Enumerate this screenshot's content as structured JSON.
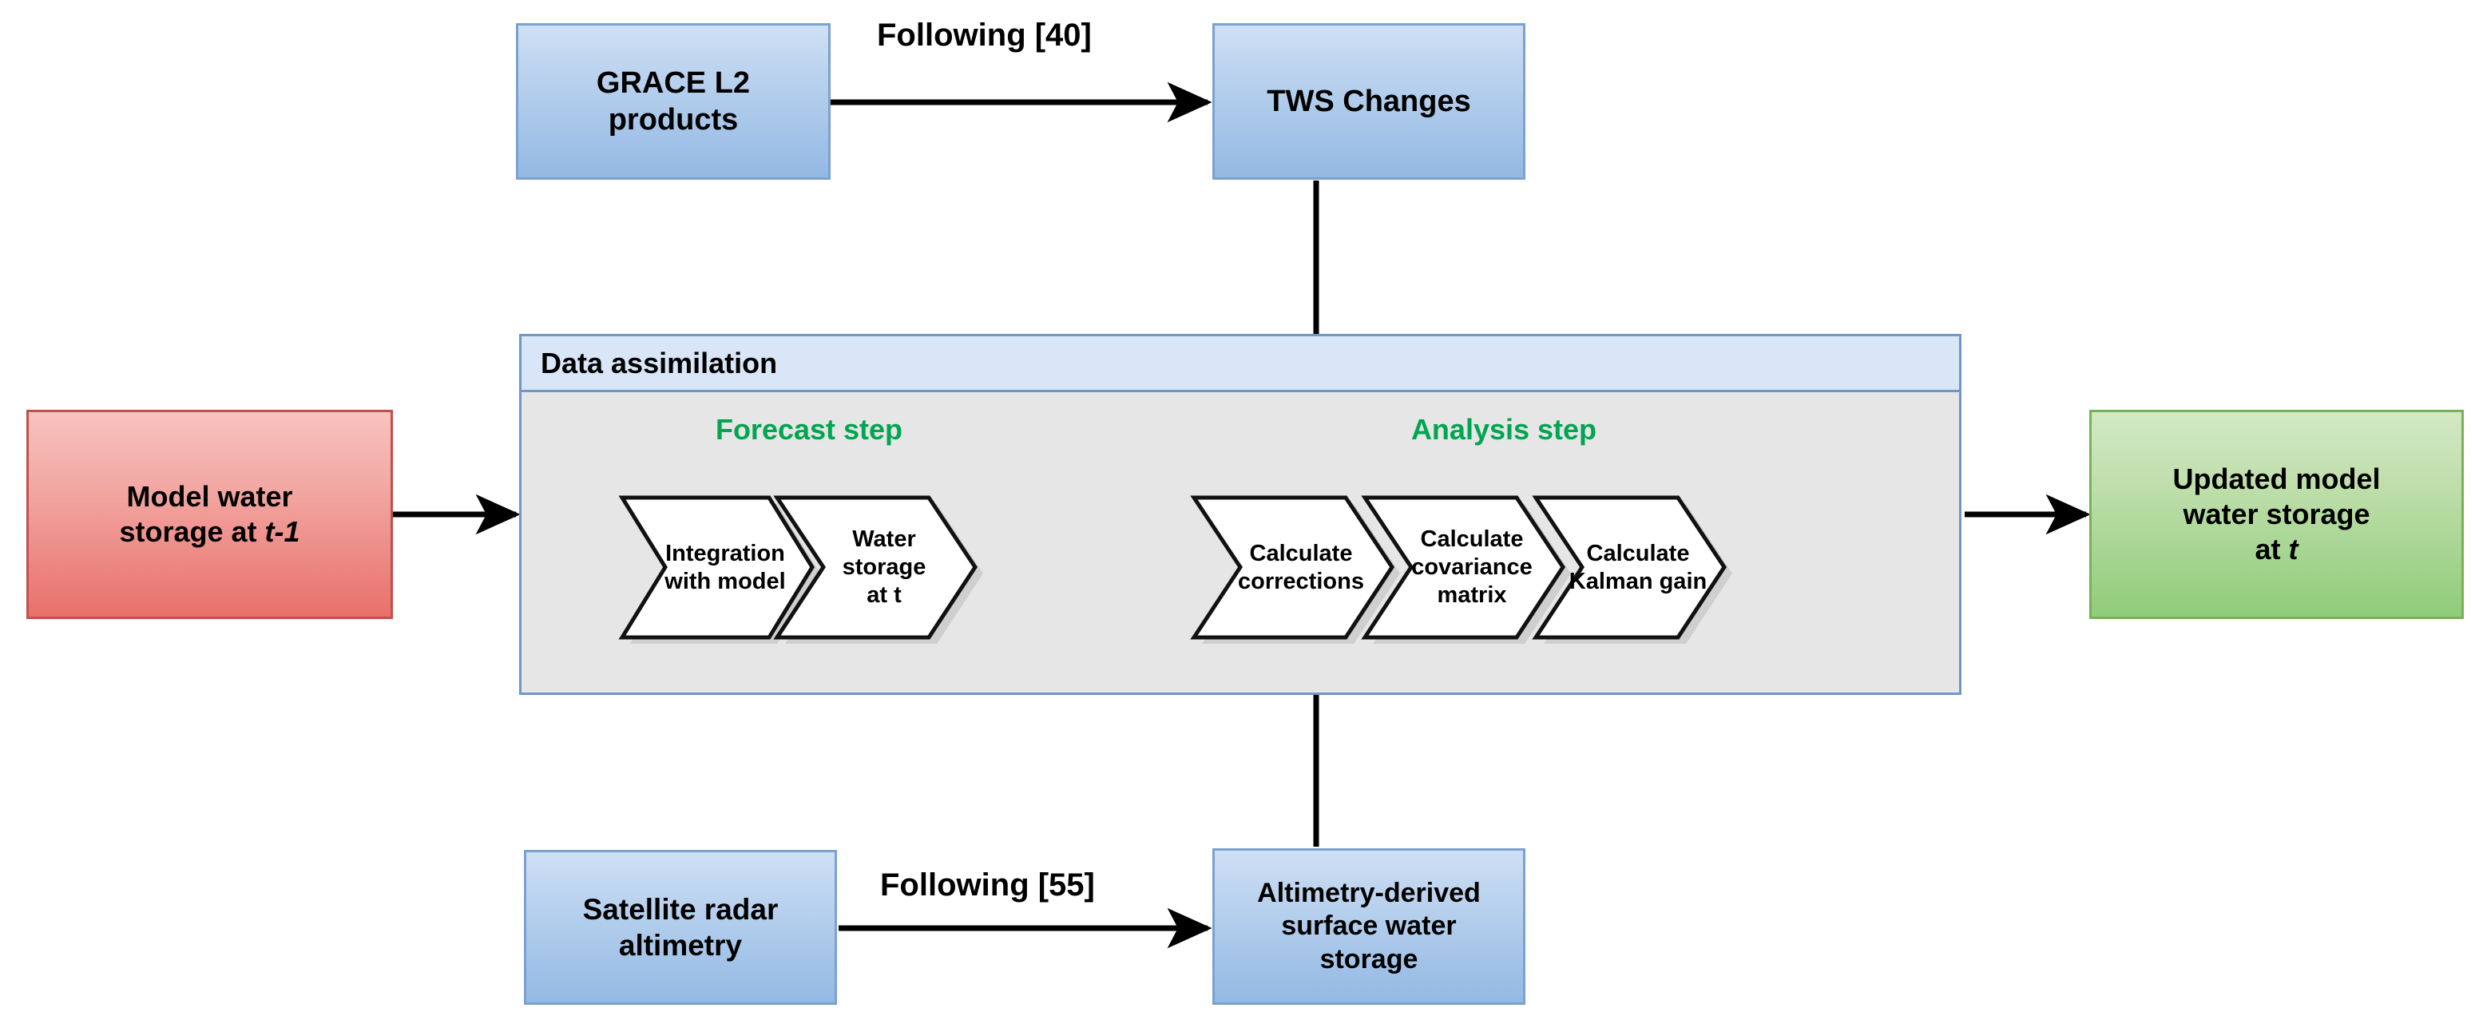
{
  "diagram": {
    "title_hidden": "",
    "colors": {
      "blue_fill_top": "#cfe0f4",
      "blue_fill_bottom": "#93b9e3",
      "blue_border": "#7ba2cf",
      "red_fill_top": "#f8c3bf",
      "red_fill_bottom": "#e8706b",
      "red_border": "#c0504d",
      "green_fill_top": "#d3e8c4",
      "green_fill_bottom": "#90cc79",
      "green_border": "#79b159",
      "container_border": "#7196c8",
      "container_header_fill": "#d8e6f7",
      "container_body_fill": "#e6e6e6",
      "step_title_green": "#00a550",
      "arrow_black": "#000000",
      "chevron_fill": "#ffffff",
      "chevron_border": "#000000"
    },
    "nodes": {
      "grace_products": "GRACE L2\nproducts",
      "grace_products_line1": "GRACE L2",
      "grace_products_line2": "products",
      "tws_changes": "TWS Changes",
      "model_water_storage_prefix": "Model water\nstorage at ",
      "model_water_storage_line1": "Model water",
      "model_water_storage_line2_pre": "storage at ",
      "model_water_storage_italic": "t-1",
      "updated_model_line1": "Updated model",
      "updated_model_line2": "water storage",
      "updated_model_line3_pre": "at ",
      "updated_model_italic": "t",
      "satellite_radar_line1": "Satellite radar",
      "satellite_radar_line2": "altimetry",
      "altimetry_derived_line1": "Altimetry-derived",
      "altimetry_derived_line2": "surface water",
      "altimetry_derived_line3": "storage"
    },
    "container": {
      "label": "Data assimilation",
      "forecast_step_title": "Forecast step",
      "analysis_step_title": "Analysis step",
      "forecast_chevrons": [
        {
          "line1": "Integration",
          "line2": "with model"
        },
        {
          "line1": "Water",
          "line2": "storage",
          "line3": "at t"
        }
      ],
      "analysis_chevrons": [
        {
          "line1": "Calculate",
          "line2": "corrections"
        },
        {
          "line1": "Calculate",
          "line2": "covariance",
          "line3": "matrix"
        },
        {
          "line1": "Calculate",
          "line2": "Kalman gain"
        }
      ]
    },
    "arrow_labels": {
      "top": "Following [40]",
      "bottom": "Following [55]"
    }
  }
}
